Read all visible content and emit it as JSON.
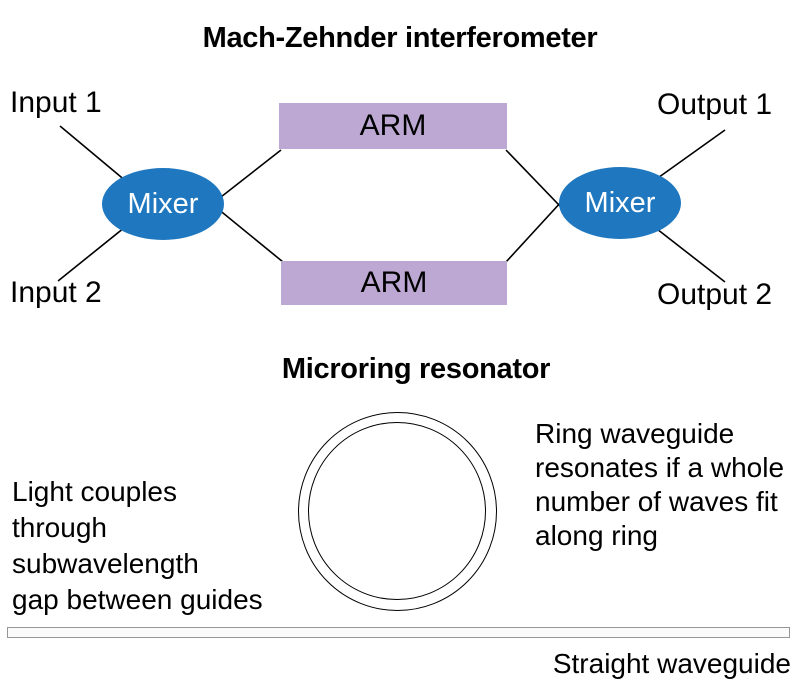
{
  "mach_zehnder": {
    "title": "Mach-Zehnder interferometer",
    "input1_label": "Input 1",
    "input2_label": "Input 2",
    "output1_label": "Output 1",
    "output2_label": "Output 2",
    "mixer_left_label": "Mixer",
    "mixer_right_label": "Mixer",
    "arm_top_label": "ARM",
    "arm_bottom_label": "ARM"
  },
  "microring": {
    "title": "Microring resonator",
    "left_note_lines": [
      "Light couples",
      "through",
      "subwavelength",
      "gap between guides"
    ],
    "right_note_lines": [
      "Ring waveguide",
      "resonates if a whole",
      "number of waves fit",
      "along ring"
    ],
    "waveguide_label": "Straight waveguide"
  },
  "colors": {
    "mixer_fill": "#1f78bf",
    "arm_fill": "#bda7d3",
    "line": "#000000",
    "waveguide_border": "#969696",
    "waveguide_fill": "#fafafa",
    "background": "#ffffff",
    "text": "#000000"
  }
}
